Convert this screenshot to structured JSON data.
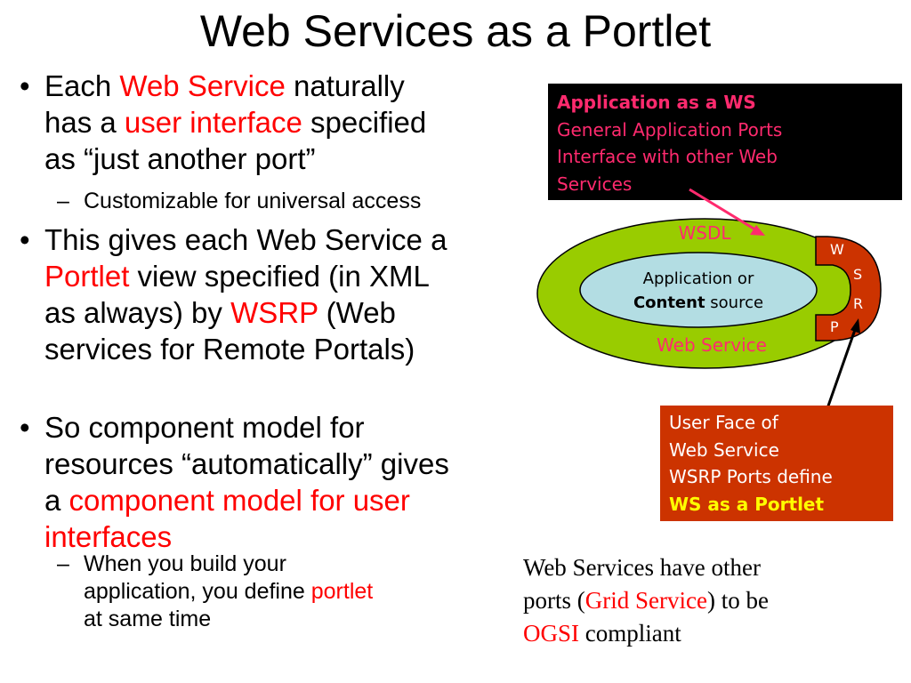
{
  "title": "Web Services as a Portlet",
  "bullets": [
    {
      "lines": [
        [
          {
            "t": "Each "
          },
          {
            "t": "Web Service",
            "red": true
          },
          {
            "t": "  naturally"
          }
        ],
        [
          {
            "t": "has a "
          },
          {
            "t": "user interface",
            "red": true
          },
          {
            "t": " specified"
          }
        ],
        [
          {
            "t": "as “just another port”"
          }
        ]
      ],
      "sub": [
        {
          "lines": [
            [
              {
                "t": "Customizable for universal access"
              }
            ]
          ]
        }
      ]
    },
    {
      "lines": [
        [
          {
            "t": "This gives each Web Service a"
          }
        ],
        [
          {
            "t": "Portlet",
            "red": true
          },
          {
            "t": " view specified (in XML"
          }
        ],
        [
          {
            "t": "as always) by "
          },
          {
            "t": "WSRP",
            "red": true
          },
          {
            "t": " (Web"
          }
        ],
        [
          {
            "t": "services for Remote Portals)"
          }
        ]
      ],
      "sub": []
    },
    {
      "lines": [
        [
          {
            "t": "So component model for"
          }
        ],
        [
          {
            "t": "resources “automatically” gives"
          }
        ],
        [
          {
            "t": "a "
          },
          {
            "t": "component model for user",
            "red": true
          }
        ],
        [
          {
            "t": "interfaces",
            "red": true
          }
        ]
      ],
      "sub": [
        {
          "lines": [
            [
              {
                "t": "When you build your"
              }
            ],
            [
              {
                "t": "application, you define "
              },
              {
                "t": "portlet",
                "red": true
              }
            ],
            [
              {
                "t": "at same time"
              }
            ]
          ]
        }
      ]
    }
  ],
  "black_box": {
    "header": "Application as a WS",
    "lines": [
      "General Application Ports",
      "Interface with other Web",
      "Services"
    ]
  },
  "diagram": {
    "wsdl_label": "WSDL",
    "inner_line1": "Application or",
    "inner_bold": "Content",
    "inner_rest": " source",
    "webservice_label": "Web Service",
    "wsrp_letters": [
      "W",
      "S",
      "R",
      "P"
    ]
  },
  "orange_box": {
    "lines": [
      "User Face of",
      "Web Service",
      "WSRP Ports define"
    ],
    "emphasis": "WS as a Portlet"
  },
  "note": {
    "line1": "Web Services have other",
    "line2_pre": "ports (",
    "line2_red": "Grid Service",
    "line2_post": ") to be",
    "line3_red": "OGSI",
    "line3_post": " compliant"
  },
  "colors": {
    "accent_red": "#ff0000",
    "pink": "#ff2a6e",
    "outer_ellipse": "#99cc00",
    "inner_ellipse": "#b3dde3",
    "wsrp_port": "#cc3300",
    "orange_box": "#cc3300",
    "black_box": "#000000"
  }
}
